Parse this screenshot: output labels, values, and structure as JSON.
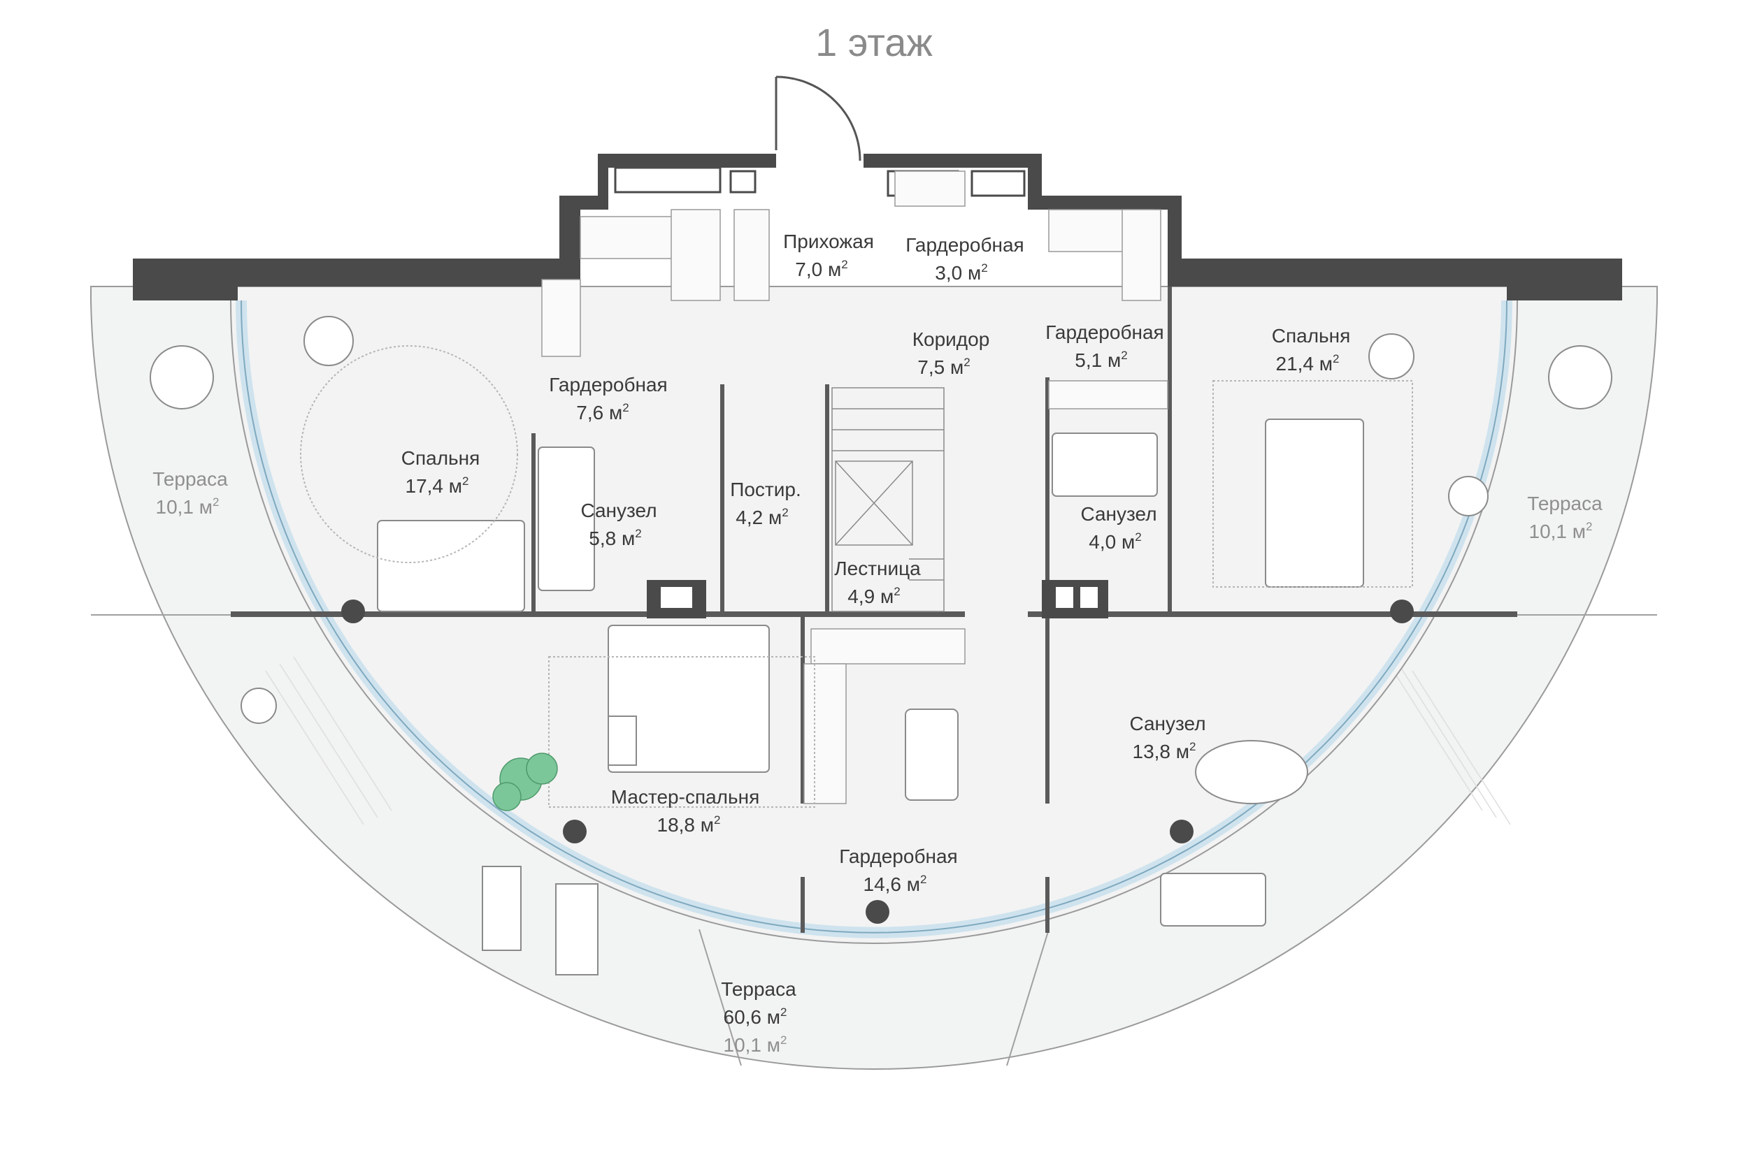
{
  "title": "1 этаж",
  "unit_sup": "2",
  "colors": {
    "wall": "#4a4a4a",
    "terrace": "#f2f3f3",
    "interior": "#f3f3f3",
    "glass": "#cfe3ee",
    "plant": "#7cc79a",
    "text": "#3a3a3a",
    "muted_text": "#8f8f8f"
  },
  "rooms": {
    "entry": {
      "name": "Прихожая",
      "area": "7,0 м"
    },
    "wardrobe_3": {
      "name": "Гардеробная",
      "area": "3,0 м"
    },
    "corridor": {
      "name": "Коридор",
      "area": "7,5 м"
    },
    "wardrobe_5": {
      "name": "Гардеробная",
      "area": "5,1 м"
    },
    "bedroom_21": {
      "name": "Спальня",
      "area": "21,4 м"
    },
    "wardrobe_7": {
      "name": "Гардеробная",
      "area": "7,6 м"
    },
    "bedroom_17": {
      "name": "Спальня",
      "area": "17,4 м"
    },
    "bath_5": {
      "name": "Санузел",
      "area": "5,8 м"
    },
    "laundry": {
      "name": "Постир.",
      "area": "4,2 м"
    },
    "stairs": {
      "name": "Лестница",
      "area": "4,9 м"
    },
    "bath_4": {
      "name": "Санузел",
      "area": "4,0 м"
    },
    "terrace_left": {
      "name": "Терраса",
      "area": "10,1 м"
    },
    "terrace_right": {
      "name": "Терраса",
      "area": "10,1 м"
    },
    "bath_13": {
      "name": "Санузел",
      "area": "13,8 м"
    },
    "master": {
      "name": "Мастер-спальня",
      "area": "18,8 м"
    },
    "wardrobe_14": {
      "name": "Гардеробная",
      "area": "14,6 м"
    },
    "terrace_main": {
      "name": "Терраса",
      "area": "60,6 м",
      "extra_area": "10,1 м"
    }
  }
}
